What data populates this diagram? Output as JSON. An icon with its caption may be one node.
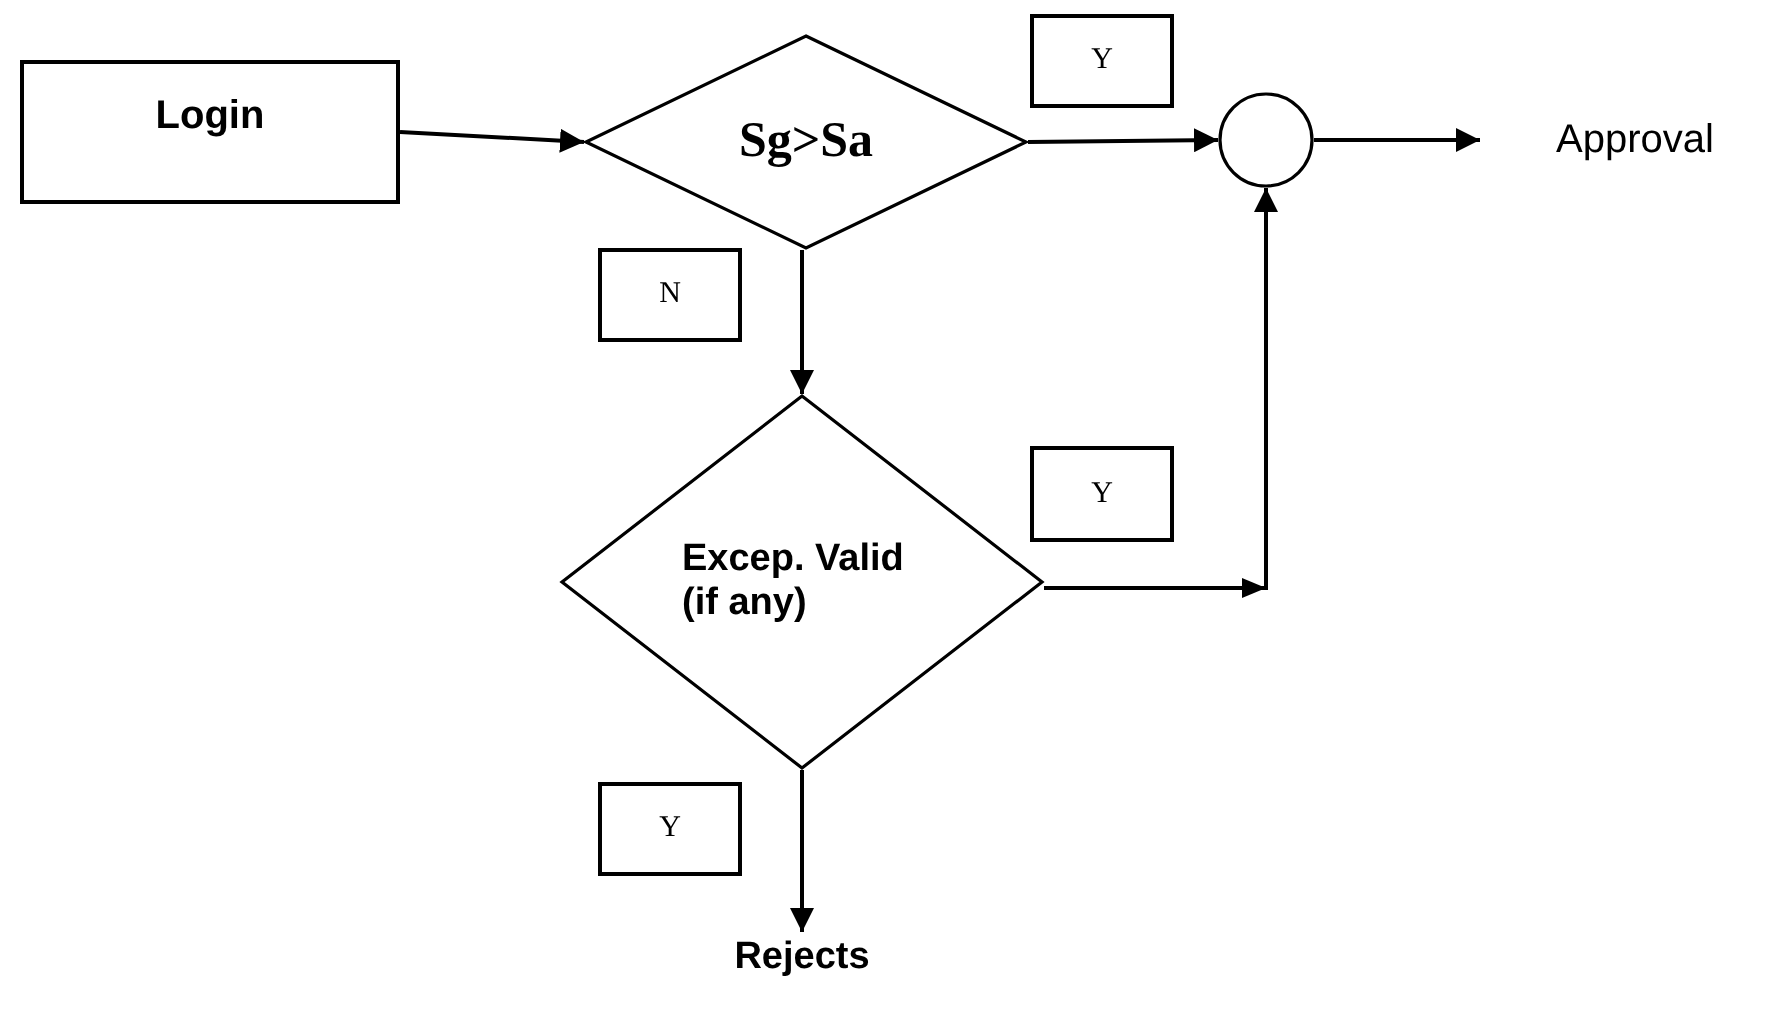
{
  "diagram": {
    "nodes": [
      {
        "text": [
          "Login"
        ]
      },
      {
        "text": [
          "Sg>Sa"
        ]
      },
      {
        "text": [
          "Y"
        ]
      },
      {
        "text": [],
        "shape": "circle"
      },
      {
        "text": [
          "Approval"
        ]
      },
      {
        "text": [
          "N"
        ]
      },
      {
        "text": [
          "Excep. Valid (if any)"
        ]
      },
      {
        "text": [
          "Y"
        ]
      },
      {
        "text": [
          "Y"
        ]
      },
      {
        "text": [
          "Rejects"
        ]
      }
    ],
    "edges": [
      {
        "from": 0,
        "to": 1,
        "arrow": "to"
      },
      {
        "from": 1,
        "to": 3,
        "arrow": "to"
      },
      {
        "from": 3,
        "to": 4,
        "arrow": "to"
      },
      {
        "from": 1,
        "to": 6,
        "arrow": "to"
      },
      {
        "from": 6,
        "to": 3,
        "arrow": "to"
      },
      {
        "from": 6,
        "to": 9,
        "arrow": "to"
      }
    ]
  }
}
